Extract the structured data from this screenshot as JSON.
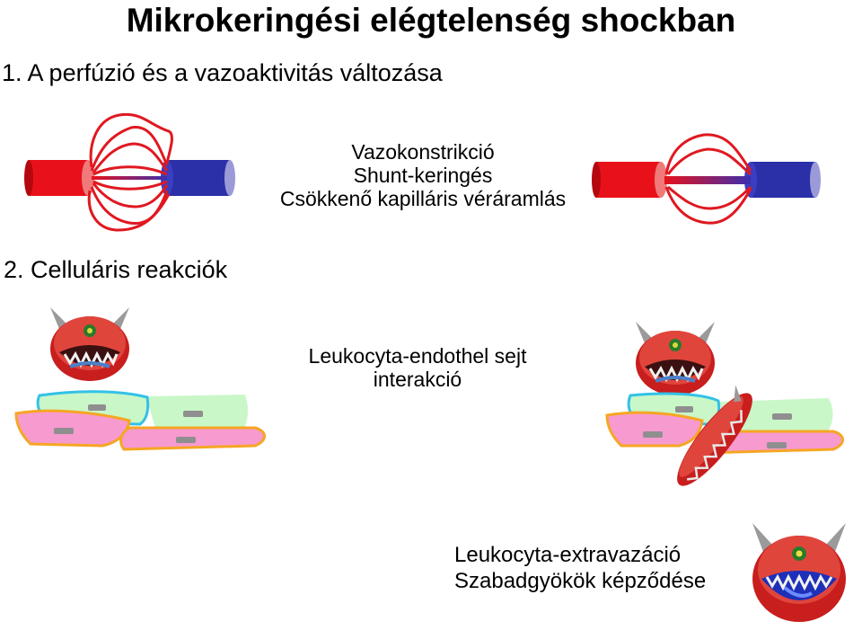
{
  "title": "Mikrokeringési elégtelenség shockban",
  "section1": {
    "heading": "1. A perfúzió és a vazoaktivitás változása"
  },
  "vasoconstriction_labels": [
    "Vazokonstrikció",
    "Shunt-keringés",
    "Csökkenő kapilláris véráramlás"
  ],
  "section2": {
    "heading": "2. Celluláris reakciók"
  },
  "interaction_labels": [
    "Leukocyta-endothel sejt",
    "interakció"
  ],
  "extravasation_labels": [
    "Leukocyta-extravazáció",
    "Szabadgyökök képződése"
  ],
  "colors": {
    "artery": "#e8111a",
    "vein": "#2b2fa8",
    "capillary": "#e01820",
    "endothelial_green": "#c9f7c8",
    "endothelial_green_border": "#33c1e8",
    "endothelial_pink": "#f79ad0",
    "endothelial_pink_border": "#f5a623",
    "nucleus": "#8f8f8f",
    "leukocyte": "#c81e1e"
  },
  "icons": [
    "leukocyte-monster-icon",
    "blood-vessel-icon",
    "endothelial-cell-icon"
  ]
}
